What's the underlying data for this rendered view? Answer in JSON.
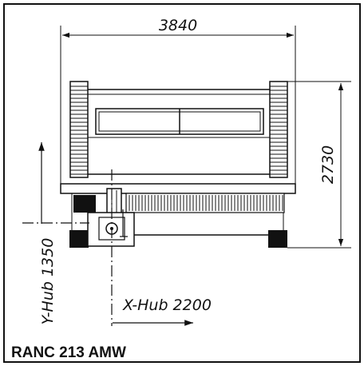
{
  "drawing": {
    "dimensions": {
      "width": "3840",
      "height": "2730",
      "y_stroke": "Y-Hub 1350",
      "x_stroke": "X-Hub 2200"
    },
    "model": "RANC 213 AMW",
    "colors": {
      "line": "#111111",
      "paper": "#ffffff"
    }
  }
}
